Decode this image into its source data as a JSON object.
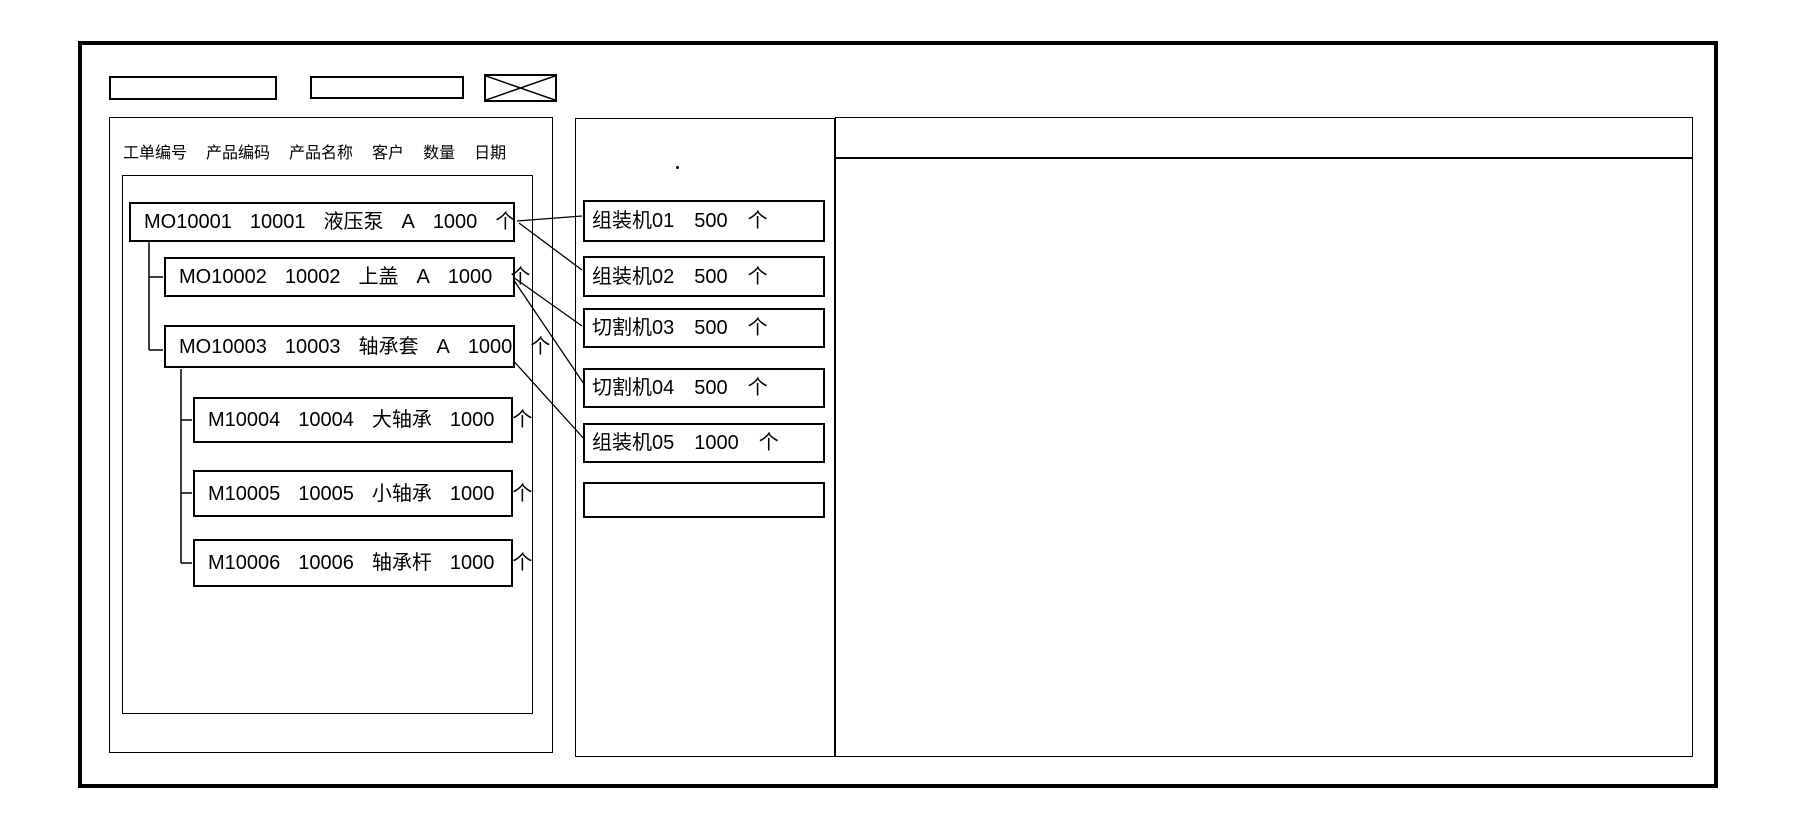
{
  "colors": {
    "line": "#000000",
    "background": "#ffffff",
    "text": "#000000"
  },
  "toolbar": {
    "field1_value": "",
    "field2_value": "",
    "close_icon": "x-cross-box"
  },
  "work_orders": {
    "columns": [
      "工单编号",
      "产品编码",
      "产品名称",
      "客户",
      "数量",
      "日期"
    ],
    "rows": [
      {
        "order_no": "MO10001",
        "product_code": "10001",
        "product_name": "液压泵",
        "customer": "A",
        "qty": "1000",
        "unit": "个"
      },
      {
        "order_no": "MO10002",
        "product_code": "10002",
        "product_name": "上盖",
        "customer": "A",
        "qty": "1000",
        "unit": "个"
      },
      {
        "order_no": "MO10003",
        "product_code": "10003",
        "product_name": "轴承套",
        "customer": "A",
        "qty": "1000",
        "unit": "个"
      },
      {
        "order_no": "M10004",
        "product_code": "10004",
        "product_name": "大轴承",
        "customer": "",
        "qty": "1000",
        "unit": "个"
      },
      {
        "order_no": "M10005",
        "product_code": "10005",
        "product_name": "小轴承",
        "customer": "",
        "qty": "1000",
        "unit": "个"
      },
      {
        "order_no": "M10006",
        "product_code": "10006",
        "product_name": "轴承杆",
        "customer": "",
        "qty": "1000",
        "unit": "个"
      }
    ]
  },
  "machines": {
    "rows": [
      {
        "name": "组装机01",
        "qty": "500",
        "unit": "个"
      },
      {
        "name": "组装机02",
        "qty": "500",
        "unit": "个"
      },
      {
        "name": "切割机03",
        "qty": "500",
        "unit": "个"
      },
      {
        "name": "切割机04",
        "qty": "500",
        "unit": "个"
      },
      {
        "name": "组装机05",
        "qty": "1000",
        "unit": "个"
      },
      {
        "name": "",
        "qty": "",
        "unit": ""
      }
    ]
  },
  "detail_panel": {
    "content": ""
  }
}
